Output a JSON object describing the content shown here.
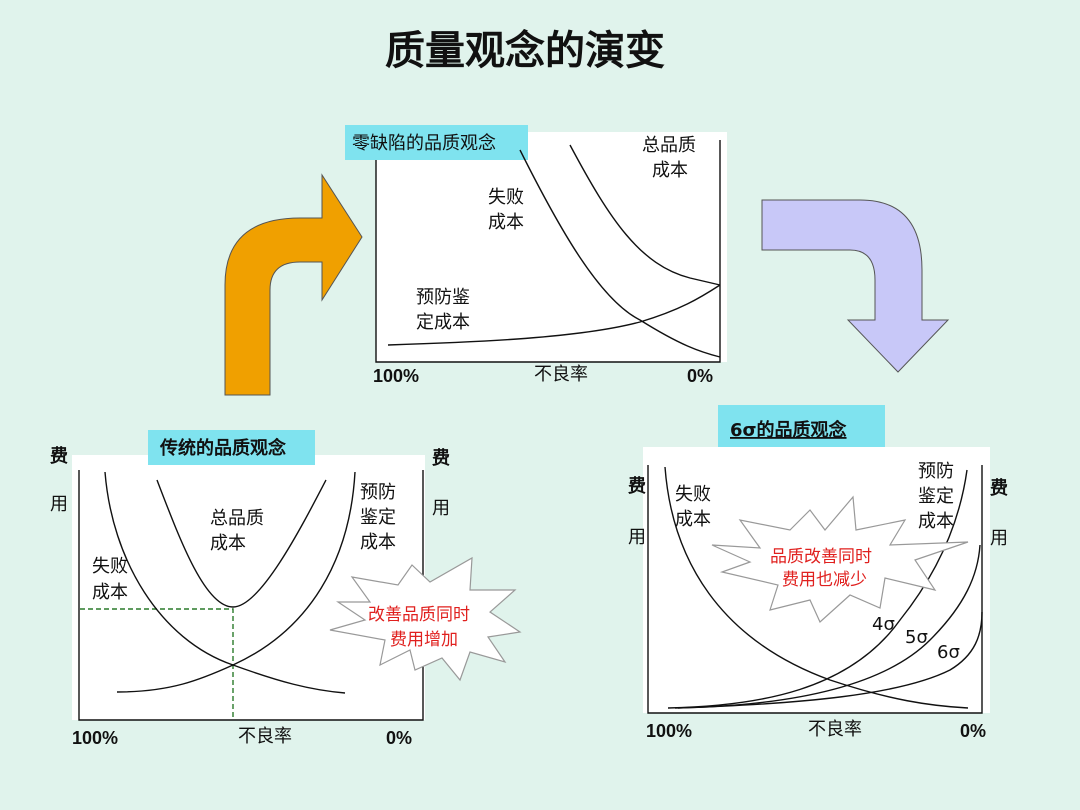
{
  "title": "质量观念的演变",
  "colors": {
    "background": "#e0f3ec",
    "tag": "#7fe3ef",
    "orange_arrow": "#f0a000",
    "purple_arrow": "#c8c8f8",
    "callout_text": "#e0201e",
    "dashed": "#2a7a2a"
  },
  "zero_defect": {
    "tag": "零缺陷的品质观念",
    "failure_cost": [
      "失败",
      "成本"
    ],
    "total_cost": [
      "总品质",
      "成本"
    ],
    "prevention_cost": [
      "预防鉴",
      "定成本"
    ],
    "x_left": "100%",
    "x_mid": "不良率",
    "x_right": "0%"
  },
  "traditional": {
    "tag": "传统的品质观念",
    "y_axis": [
      "费",
      "用"
    ],
    "failure_cost": [
      "失败",
      "成本"
    ],
    "total_cost": [
      "总品质",
      "成本"
    ],
    "prevention_cost": [
      "预防",
      "鉴定",
      "成本"
    ],
    "callout": [
      "改善品质同时",
      "费用增加"
    ],
    "x_left": "100%",
    "x_mid": "不良率",
    "x_right": "0%"
  },
  "six_sigma": {
    "tag": "6σ的品质观念",
    "y_axis": [
      "费",
      "用"
    ],
    "failure_cost": [
      "失败",
      "成本"
    ],
    "prevention_cost": [
      "预防",
      "鉴定",
      "成本"
    ],
    "callout": [
      "品质改善同时",
      "费用也减少"
    ],
    "sigma_labels": [
      "4σ",
      "5σ",
      "6σ"
    ],
    "x_left": "100%",
    "x_mid": "不良率",
    "x_right": "0%"
  }
}
